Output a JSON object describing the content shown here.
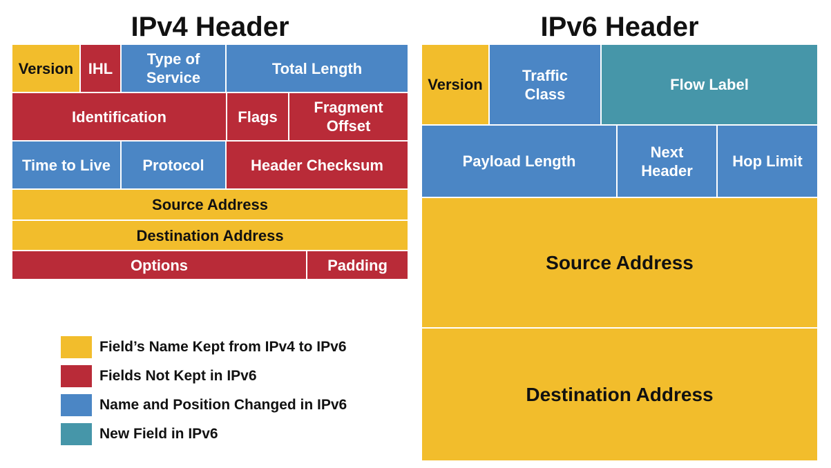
{
  "ipv4": {
    "title": "IPv4 Header",
    "fields": {
      "version": "Version",
      "ihl": "IHL",
      "type_of_service": "Type of\nService",
      "total_length": "Total Length",
      "identification": "Identification",
      "flags": "Flags",
      "fragment_offset": "Fragment\nOffset",
      "time_to_live": "Time to Live",
      "protocol": "Protocol",
      "header_checksum": "Header Checksum",
      "source_address": "Source Address",
      "destination_address": "Destination Address",
      "options": "Options",
      "padding": "Padding"
    }
  },
  "ipv6": {
    "title": "IPv6 Header",
    "fields": {
      "version": "Version",
      "traffic_class": "Traffic\nClass",
      "flow_label": "Flow Label",
      "payload_length": "Payload Length",
      "next_header": "Next\nHeader",
      "hop_limit": "Hop Limit",
      "source_address": "Source Address",
      "destination_address": "Destination Address"
    }
  },
  "legend": [
    {
      "label": "Field’s Name Kept from IPv4 to IPv6",
      "color": "#f2bd2c"
    },
    {
      "label": "Fields Not Kept in IPv6",
      "color": "#b92b38"
    },
    {
      "label": "Name and Position Changed in IPv6",
      "color": "#4b86c5"
    },
    {
      "label": "New Field in IPv6",
      "color": "#4696a9"
    }
  ]
}
